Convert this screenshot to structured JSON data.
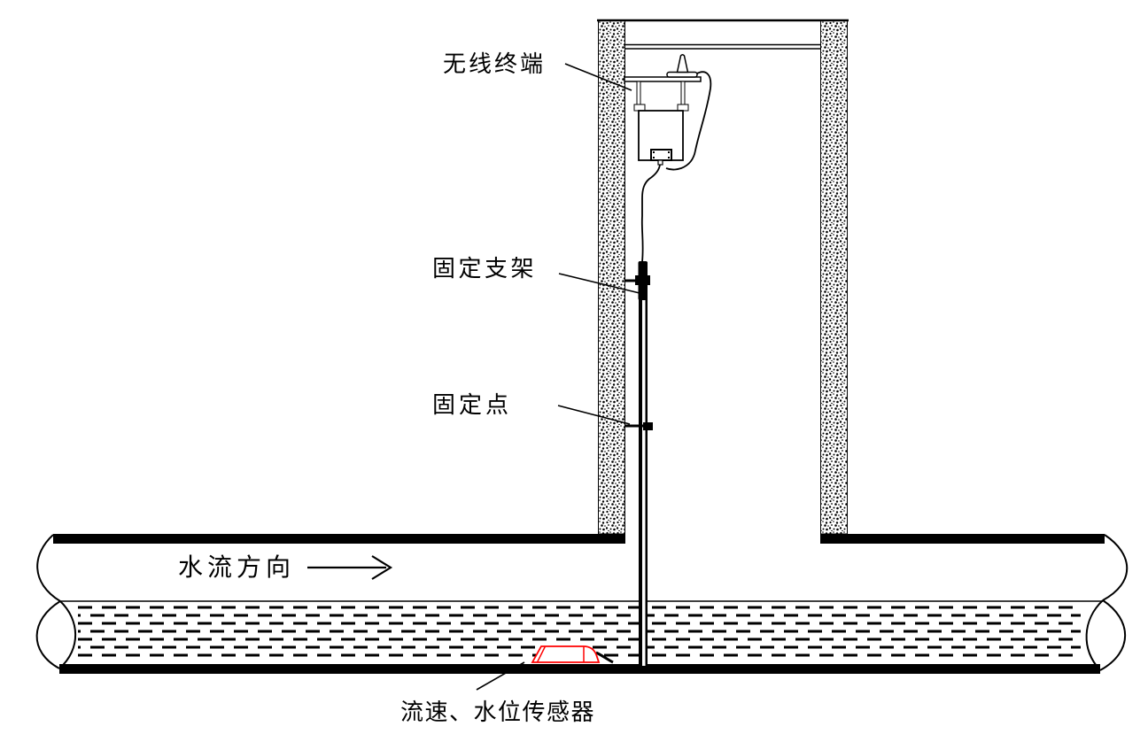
{
  "diagram": {
    "type": "sewer-flow-monitoring-installation-schematic",
    "background": "#ffffff",
    "line_color": "#000000",
    "sensor_color": "#ff0000",
    "labels": {
      "wireless_terminal": "无线终端",
      "fixed_bracket": "固定支架",
      "fixed_point": "固定点",
      "flow_direction": "水流方向",
      "velocity_level_sensor": "流速、水位传感器"
    }
  }
}
